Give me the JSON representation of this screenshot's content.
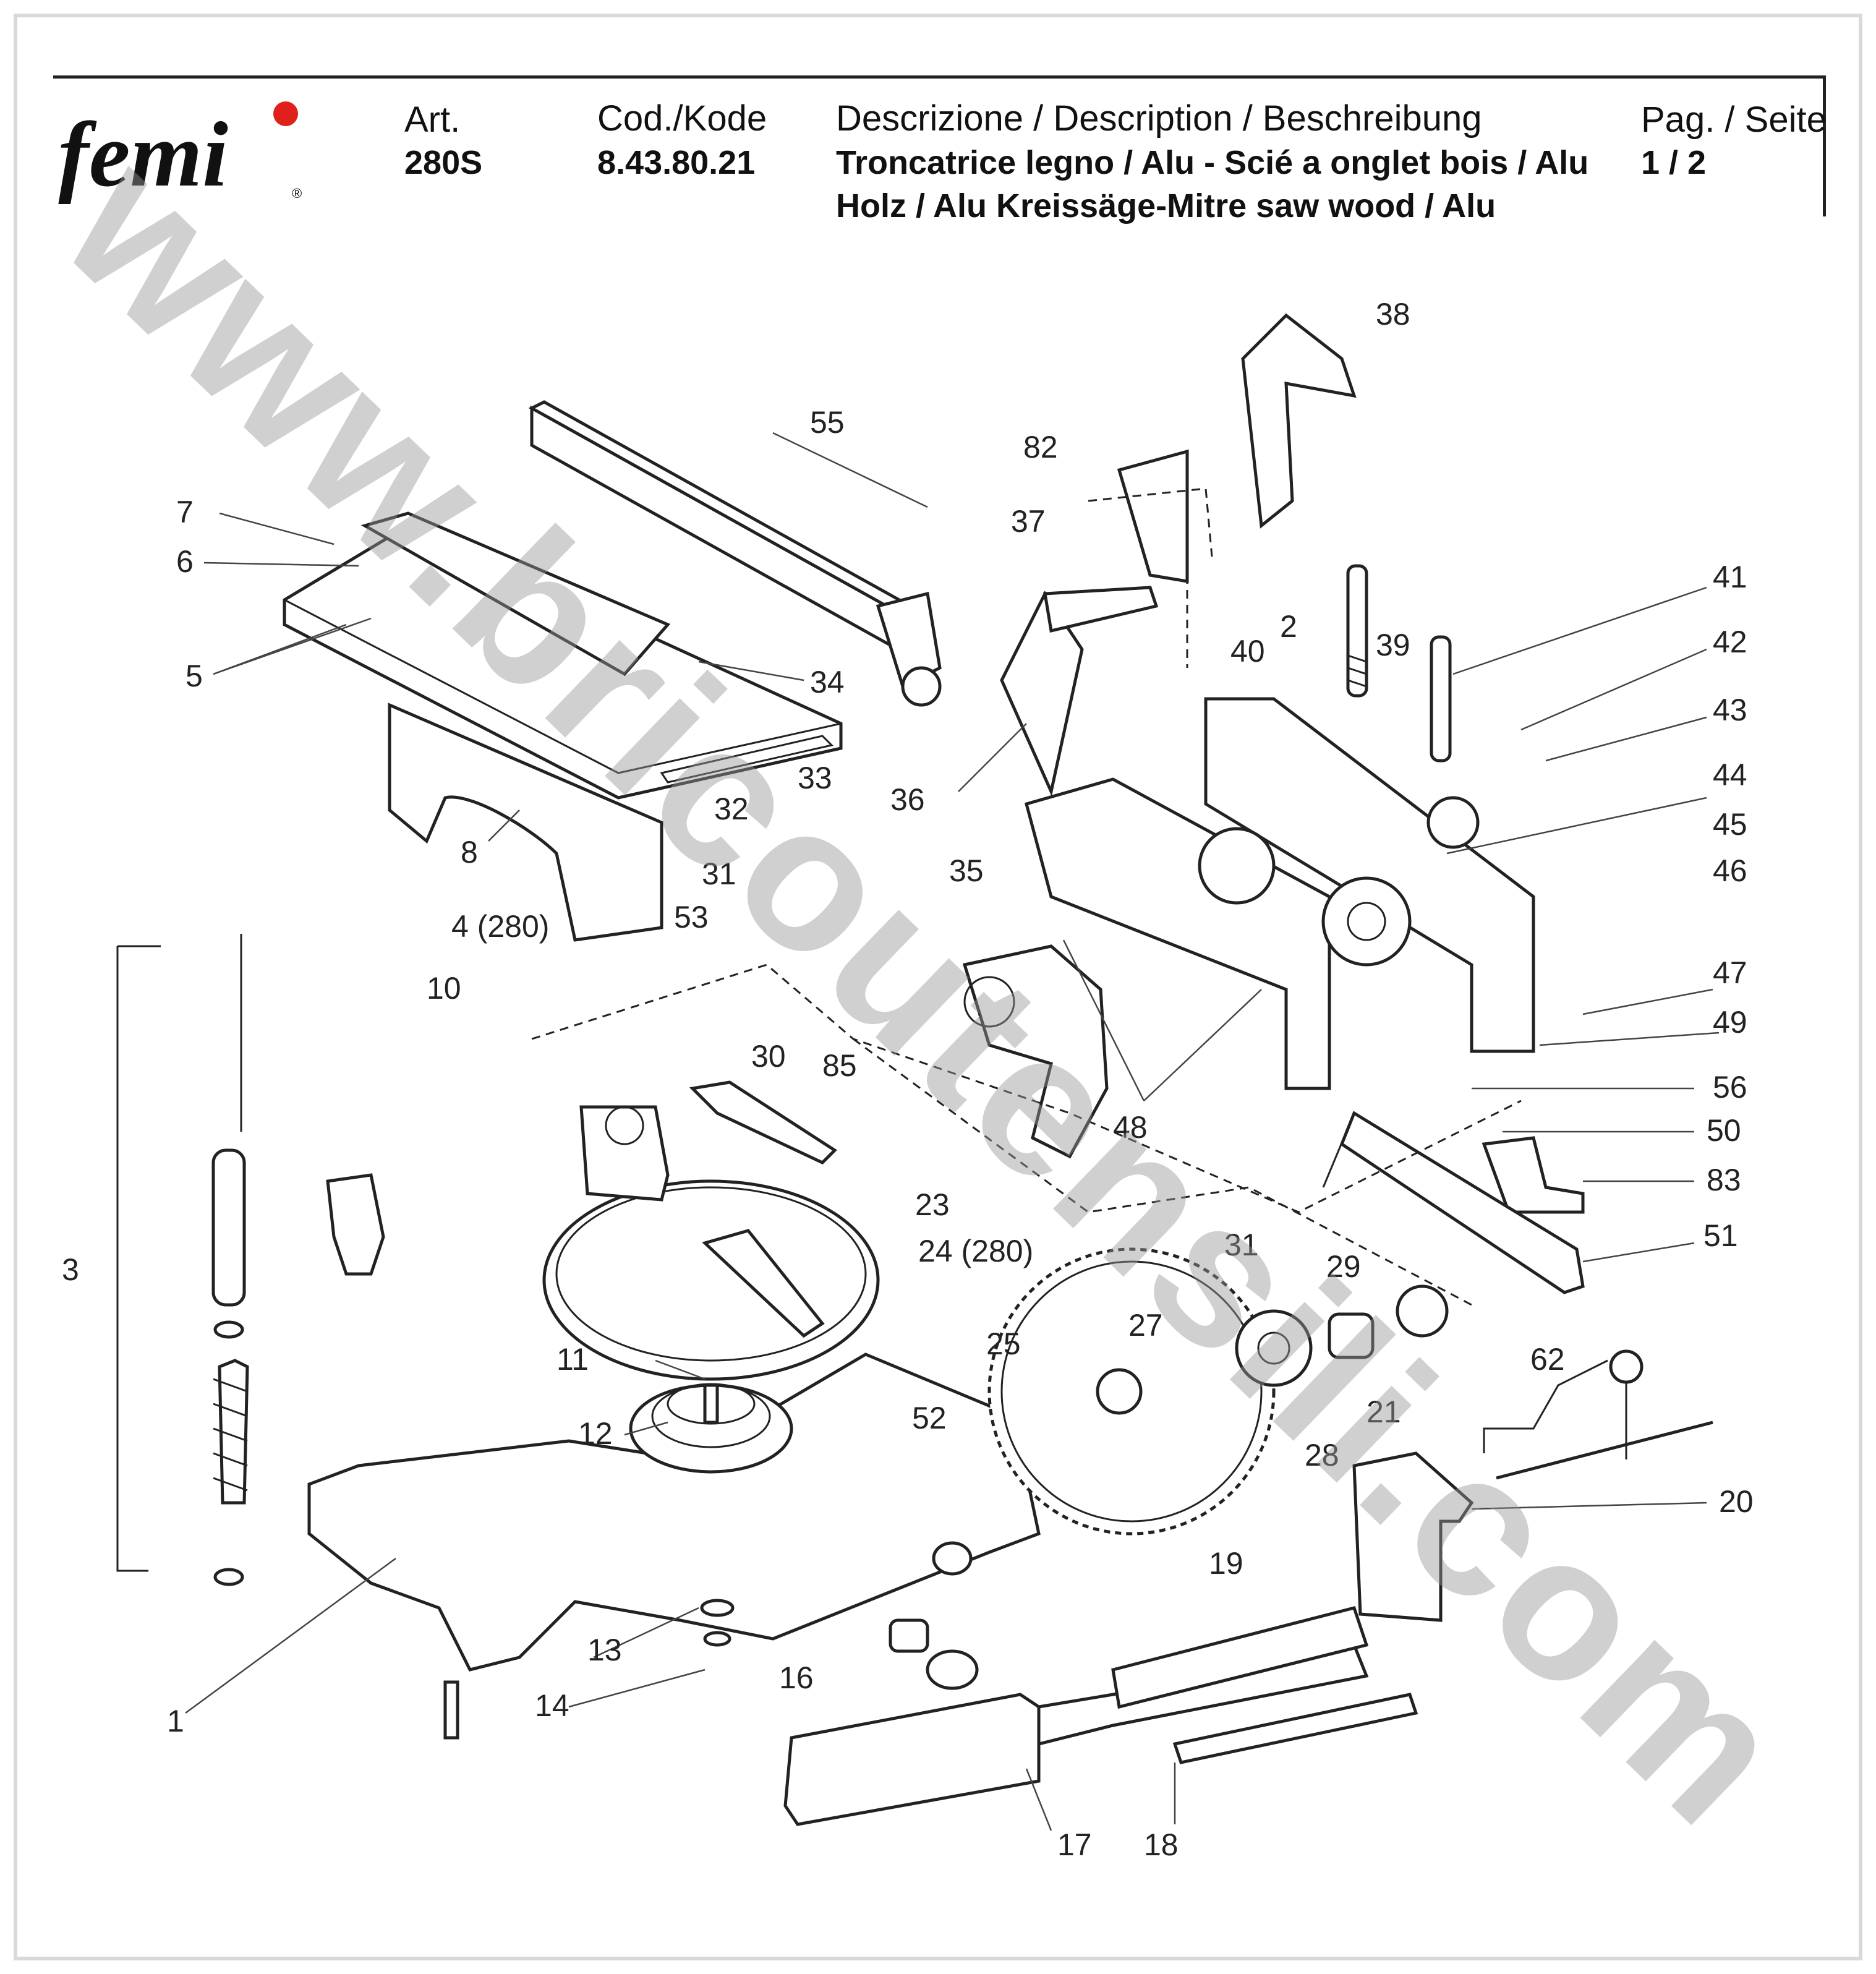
{
  "header": {
    "brand": "femi",
    "art_label": "Art.",
    "art_value": "280S",
    "code_label": "Cod./Kode",
    "code_value": "8.43.80.21",
    "desc_label": "Descrizione / Description / Beschreibung",
    "desc_line1": "Troncatrice legno / Alu - Scié a onglet bois / Alu",
    "desc_line2": "Holz / Alu Kreissäge-Mitre saw wood / Alu",
    "page_label": "Pag. / Seite",
    "page_value": "1 / 2"
  },
  "watermark": "www.bricoutensili.com",
  "brand_color": "#e0201b",
  "callouts": {
    "c1": "1",
    "c2": "2",
    "c3": "3",
    "c4": "4 (280)",
    "c5": "5",
    "c6": "6",
    "c7": "7",
    "c8": "8",
    "c10": "10",
    "c11": "11",
    "c12": "12",
    "c13": "13",
    "c14": "14",
    "c16": "16",
    "c17": "17",
    "c18": "18",
    "c19": "19",
    "c20": "20",
    "c21": "21",
    "c23": "23",
    "c24": "24 (280)",
    "c25": "25",
    "c27": "27",
    "c28": "28",
    "c29": "29",
    "c30": "30",
    "c31a": "31",
    "c31b": "31",
    "c32": "32",
    "c33": "33",
    "c34": "34",
    "c35": "35",
    "c36": "36",
    "c37": "37",
    "c38": "38",
    "c39": "39",
    "c40": "40",
    "c41": "41",
    "c42": "42",
    "c43": "43",
    "c44": "44",
    "c45": "45",
    "c46": "46",
    "c47": "47",
    "c48": "48",
    "c49": "49",
    "c50": "50",
    "c51": "51",
    "c52": "52",
    "c53": "53",
    "c55": "55",
    "c56": "56",
    "c62": "62",
    "c82": "82",
    "c83": "83",
    "c85": "85"
  }
}
